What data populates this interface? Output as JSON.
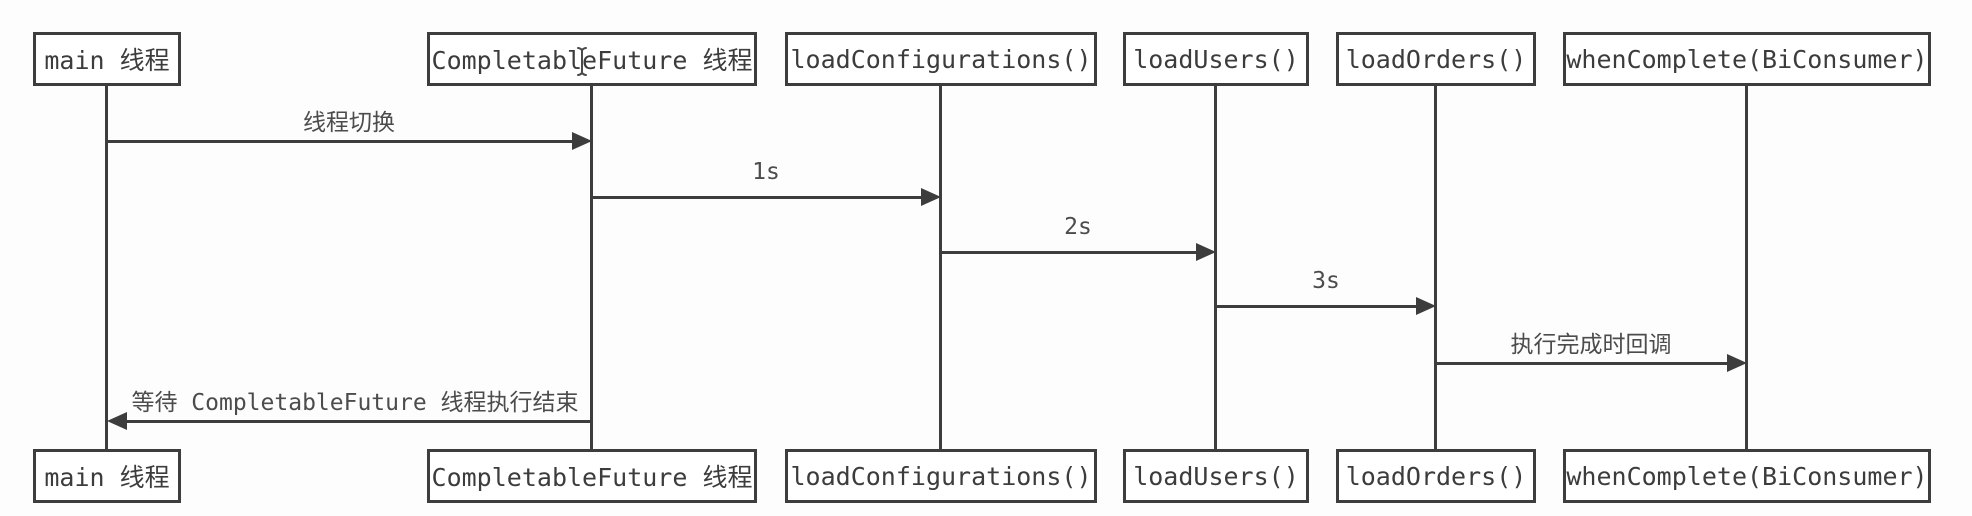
{
  "diagram": {
    "type": "sequence-diagram",
    "participants": [
      {
        "label": "main 线程"
      },
      {
        "label": "CompletableFuture 线程"
      },
      {
        "label": "loadConfigurations()"
      },
      {
        "label": "loadUsers()"
      },
      {
        "label": "loadOrders()"
      },
      {
        "label": "whenComplete(BiConsumer)"
      }
    ],
    "messages": [
      {
        "label": "线程切换",
        "from": "main 线程",
        "to": "CompletableFuture 线程",
        "direction": "right"
      },
      {
        "label": "1s",
        "from": "CompletableFuture 线程",
        "to": "loadConfigurations()",
        "direction": "right"
      },
      {
        "label": "2s",
        "from": "loadConfigurations()",
        "to": "loadUsers()",
        "direction": "right"
      },
      {
        "label": "3s",
        "from": "loadUsers()",
        "to": "loadOrders()",
        "direction": "right"
      },
      {
        "label": "执行完成时回调",
        "from": "loadOrders()",
        "to": "whenComplete(BiConsumer)",
        "direction": "right"
      },
      {
        "label": "等待 CompletableFuture 线程执行结束",
        "from": "CompletableFuture 线程",
        "to": "main 线程",
        "direction": "left"
      }
    ],
    "icons": {
      "text_cursor": "i-beam-text-cursor"
    },
    "colors": {
      "line": "#3d3d3d",
      "box_border": "#3d3d3d",
      "box_fill": "#ffffff",
      "box_text": "#3c3c3c",
      "label_text": "#4c4c4c",
      "background": "#fdfdfd"
    }
  }
}
